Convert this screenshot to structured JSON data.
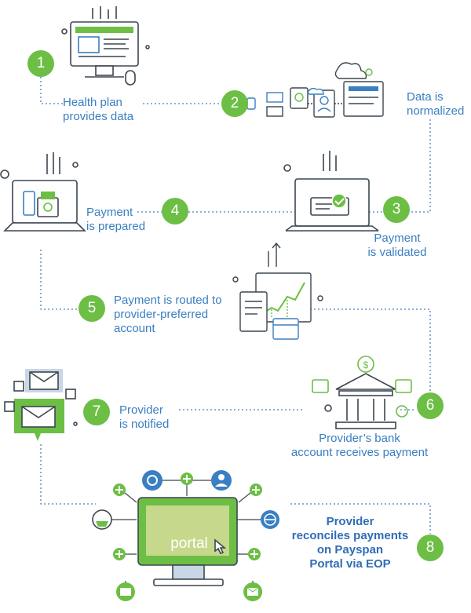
{
  "colors": {
    "green": "#6cbe45",
    "blue": "#3a7fc1",
    "gray": "#3c4650",
    "line": "#4a7fc0"
  },
  "steps": [
    {
      "number": "1",
      "lines": [
        "Health plan",
        "provides data"
      ],
      "icon": "monitor-with-mouse-icon"
    },
    {
      "number": "2",
      "lines": [
        "Data is",
        "normalized"
      ],
      "icon": "data-network-icon"
    },
    {
      "number": "3",
      "lines": [
        "Payment",
        "is validated"
      ],
      "icon": "laptop-checkmark-icon"
    },
    {
      "number": "4",
      "lines": [
        "Payment",
        "is prepared"
      ],
      "icon": "laptop-payment-icon"
    },
    {
      "number": "5",
      "lines": [
        "Payment is routed to",
        "provider-preferred",
        "account"
      ],
      "icon": "growth-chart-documents-icon"
    },
    {
      "number": "6",
      "lines": [
        "Provider’s bank",
        "account receives payment"
      ],
      "icon": "bank-building-icon"
    },
    {
      "number": "7",
      "lines": [
        "Provider",
        "is notified"
      ],
      "icon": "envelope-message-icon"
    },
    {
      "number": "8",
      "lines": [
        "Provider",
        "reconciles payments",
        "on Payspan",
        "Portal via EOP"
      ],
      "icon": "portal-monitor-icon"
    }
  ],
  "portal_screen_text": "portal"
}
